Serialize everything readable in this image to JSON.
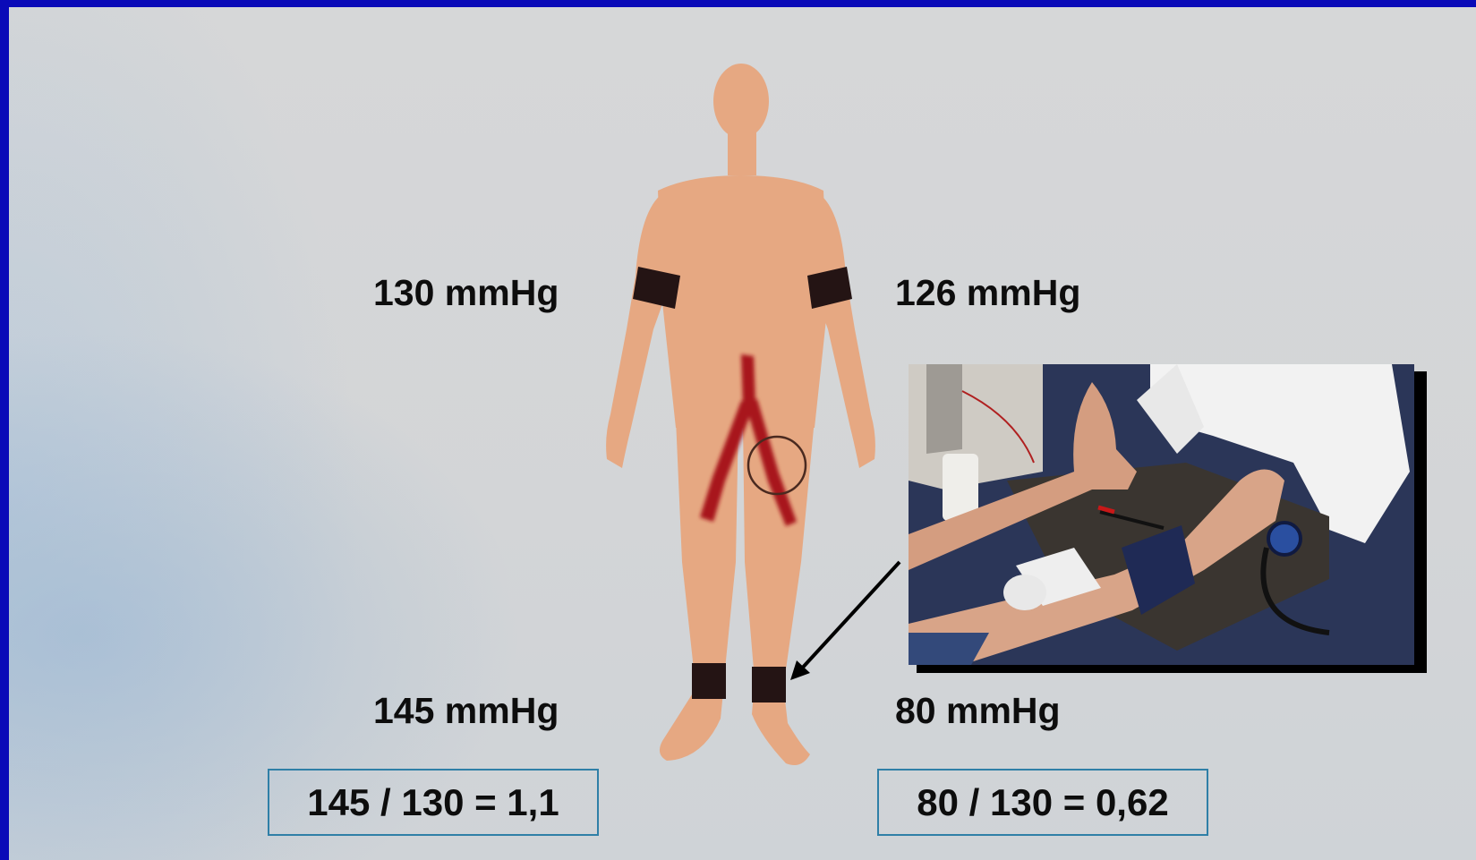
{
  "readings": {
    "right_arm": "130 mmHg",
    "left_arm": "126 mmHg",
    "right_ankle": "145 mmHg",
    "left_ankle": "80 mmHg"
  },
  "ratios": {
    "right": "145 / 130 = 1,1",
    "left": "80 / 130 = 0,62"
  },
  "colors": {
    "frame": "#0a0ab8",
    "skin": "#e6a882",
    "artery": "#a8141a",
    "cuff": "#241414",
    "box_border": "#2f7fa7"
  }
}
